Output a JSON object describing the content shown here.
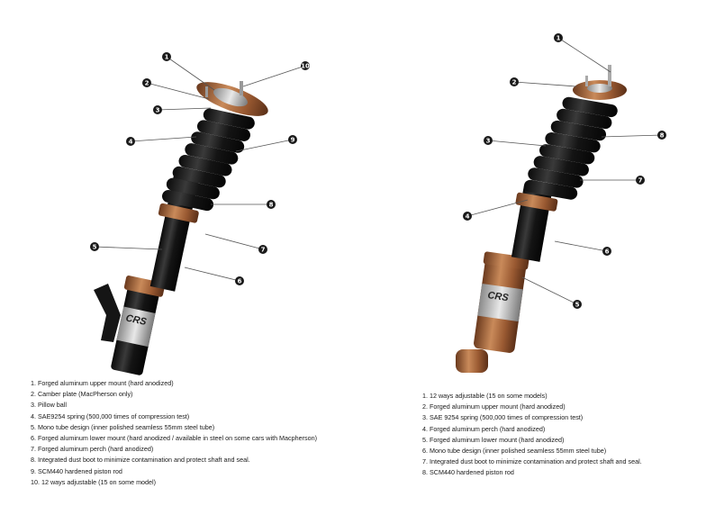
{
  "left_strut": {
    "logo": "CRS",
    "markers": [
      "1",
      "2",
      "3",
      "4",
      "5",
      "6",
      "7",
      "8",
      "9",
      "10"
    ],
    "legend": [
      "1. Forged aluminum upper mount  (hard anodized)",
      "2. Camber plate  (MacPherson only)",
      "3. Pillow ball",
      "4. SAE9254 spring  (500,000 times of compression test)",
      "5. Mono tube design (inner polished seamless 55mm steel tube)",
      "6. Forged aluminum lower mount  (hard anodized / available in steel on some cars with Macpherson)",
      "7. Forged aluminum perch  (hard anodized)",
      "8. Integrated dust boot to minimize contamination and protect shaft and seal.",
      "9. SCM440 hardened piston rod",
      "10. 12 ways adjustable  (15 on some model)"
    ]
  },
  "right_strut": {
    "logo": "CRS",
    "markers": [
      "1",
      "2",
      "3",
      "4",
      "5",
      "6",
      "7",
      "8"
    ],
    "legend": [
      "1. 12 ways adjustable  (15 on some models)",
      "2. Forged aluminum upper mount  (hard anodized)",
      "3. SAE 9254 spring  (500,000 times of compression test)",
      "4. Forged aluminum perch  (hard anodized)",
      "5. Forged aluminum lower mount  (hard anodized)",
      "6. Mono tube design  (inner polished seamless 55mm steel tube)",
      "7. Integrated dust boot to minimize contamination and protect shaft and seal.",
      "8. SCM440 hardened piston rod"
    ]
  },
  "colors": {
    "bronze": "#9a5a32",
    "bronze_light": "#c98a5a",
    "spring": "#1b1b1b",
    "body": "#121212",
    "marker": "#1a1a1a",
    "leader": "#555555"
  }
}
